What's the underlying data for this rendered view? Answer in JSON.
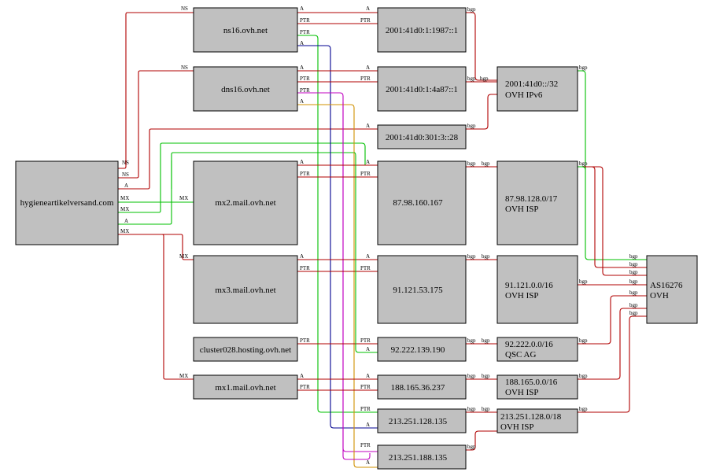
{
  "colors": {
    "red": "#b00000",
    "green": "#00c000",
    "navy": "#000090",
    "magenta": "#c000c0",
    "orange": "#d09000"
  },
  "nodes": {
    "domain": "hygieneartikelversand.com",
    "ns16": "ns16.ovh.net",
    "dns16": "dns16.ovh.net",
    "mx2": "mx2.mail.ovh.net",
    "mx3": "mx3.mail.ovh.net",
    "cluster": "cluster028.hosting.ovh.net",
    "mx1": "mx1.mail.ovh.net",
    "ip_1987": "2001:41d0:1:1987::1",
    "ip_4a87": "2001:41d0:1:4a87::1",
    "ip_301": "2001:41d0:301:3::28",
    "ip_87": "87.98.160.167",
    "ip_91": "91.121.53.175",
    "ip_92": "92.222.139.190",
    "ip_188": "188.165.36.237",
    "ip_213a": "213.251.128.135",
    "ip_213b": "213.251.188.135",
    "net_v6": [
      "2001:41d0::/32",
      "OVH IPv6"
    ],
    "net_87": [
      "87.98.128.0/17",
      "OVH ISP"
    ],
    "net_91": [
      "91.121.0.0/16",
      "OVH ISP"
    ],
    "net_92": [
      "92.222.0.0/16",
      "QSC AG"
    ],
    "net_188": [
      "188.165.0.0/16",
      "OVH ISP"
    ],
    "net_213": [
      "213.251.128.0/18",
      "OVH ISP"
    ],
    "as": [
      "AS16276",
      "OVH"
    ]
  },
  "edge_labels": {
    "ns": "NS",
    "mx": "MX",
    "a": "A",
    "ptr": "PTR",
    "bgp": "bgp"
  }
}
